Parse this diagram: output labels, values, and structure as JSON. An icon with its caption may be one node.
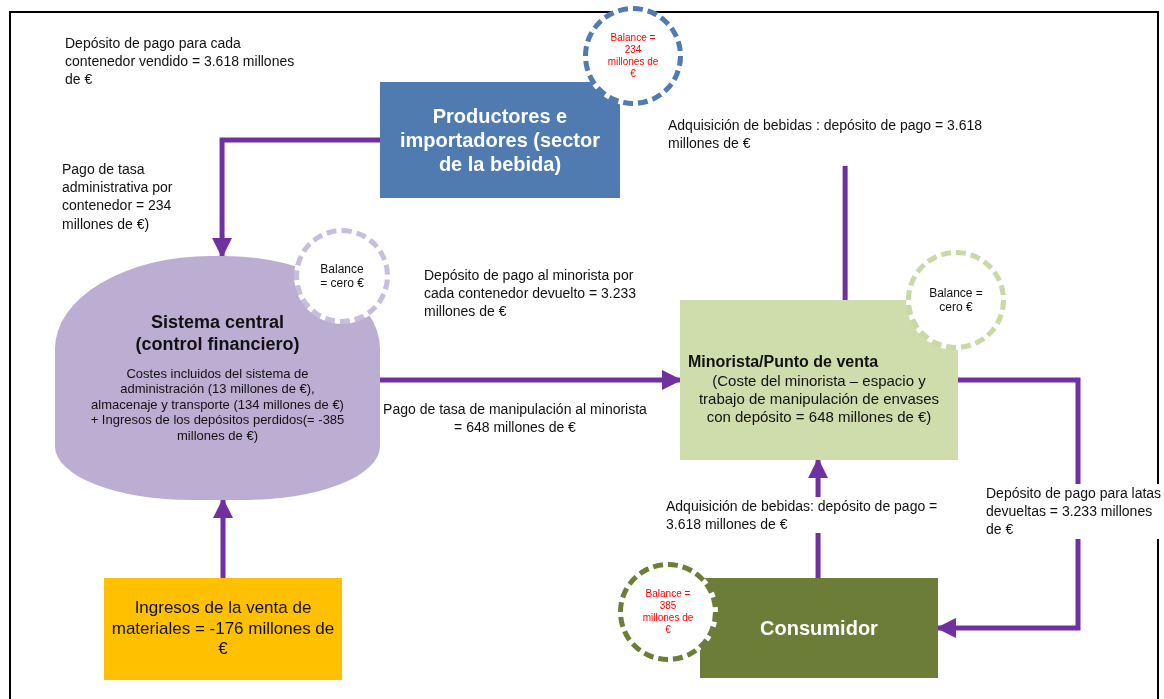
{
  "diagram": {
    "nodes": [
      {
        "text": [
          "Productores e importadores (sector de la bebida)"
        ]
      },
      {
        "text": [
          "Balance = 234 millones de €"
        ]
      },
      {
        "text": [
          "Sistema central (control financiero)",
          "Costes incluidos del sistema de administración (13 millones de €), almacenaje y transporte (134 millones de €) + Ingresos de los depósitos perdidos(= -385 millones de €)"
        ]
      },
      {
        "text": [
          "Balance = cero €"
        ]
      },
      {
        "text": [
          "Minorista/Punto de venta",
          "(Coste del minorista – espacio y trabajo de manipulación de envases con depósito = 648 millones de €)"
        ]
      },
      {
        "text": [
          "Balance = cero €"
        ]
      },
      {
        "text": [
          "Ingresos de la venta de materiales = -176 millones de €"
        ]
      },
      {
        "text": [
          "Consumidor"
        ]
      },
      {
        "text": [
          "Balance = 385 millones de €"
        ]
      }
    ],
    "edges": [
      {
        "from": 0,
        "to": 2,
        "arrow": "to",
        "label": "Pago de tasa administrativa por contenedor = 234 millones de €)"
      },
      {
        "from": 4,
        "to": null,
        "arrow": "none",
        "label": "Adquisición de bebidas : depósito de pago = 3.618 millones de €"
      },
      {
        "from": 2,
        "to": 4,
        "arrow": "to",
        "label": "Depósito de pago al minorista por cada contenedor devuelto = 3.233 millones de €"
      },
      {
        "from": 6,
        "to": 2,
        "arrow": "to"
      },
      {
        "from": 7,
        "to": 4,
        "arrow": "to",
        "label": "Adquisición de bebidas: depósito de pago = 3.618 millones de €"
      },
      {
        "from": 4,
        "to": 7,
        "arrow": "to",
        "label": "Depósito de pago para latas devueltas = 3.233 millones de €"
      }
    ],
    "labels": [
      "Depósito de pago para cada contenedor vendido = 3.618 millones de €",
      "Pago de tasa de manipulación al minorista = 648 millones de €"
    ]
  }
}
